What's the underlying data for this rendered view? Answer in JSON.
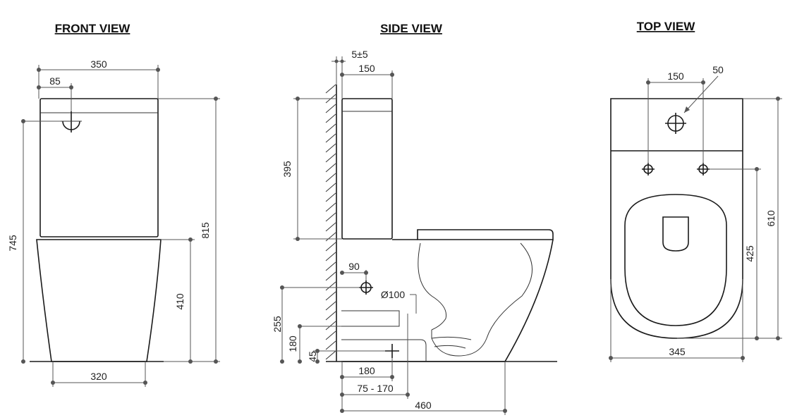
{
  "views": {
    "front": {
      "title": "FRONT VIEW",
      "dims": {
        "width": "350",
        "outlet_offset": "85",
        "height_cistern": "745",
        "height_total": "815",
        "height_bowl": "410",
        "base_width": "320"
      }
    },
    "side": {
      "title": "SIDE VIEW",
      "dims": {
        "gap": "5±5",
        "cistern_depth": "150",
        "cistern_height": "395",
        "inlet_offset": "90",
        "outlet_dia": "Ø100",
        "height_255": "255",
        "height_180": "180",
        "height_45": "45",
        "set_out": "180",
        "set_out_range": "75 - 170",
        "depth": "460"
      }
    },
    "top": {
      "title": "TOP VIEW",
      "dims": {
        "button_dia": "50",
        "fixing_spacing": "150",
        "total_depth": "610",
        "fixing_to_front": "425",
        "width": "345"
      }
    }
  }
}
